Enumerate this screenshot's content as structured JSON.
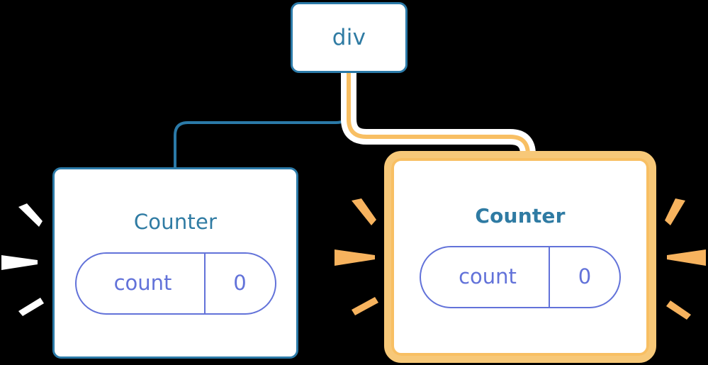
{
  "diagram": {
    "title": "React component tree with highlighted re-render",
    "background_color": "#000000",
    "palette": {
      "blue_stroke": "#2b7aa8",
      "blue_text": "#2f7ba3",
      "purple_stroke": "#6272d9",
      "purple_text": "#6272d9",
      "orange_border": "#f8bf63",
      "orange_glow": "#fbe3bb",
      "orange_sparkle": "#f7b35e",
      "white_sparkle": "#ffffff",
      "node_fill": "#ffffff"
    }
  },
  "nodes": {
    "root": {
      "label": "div",
      "kind": "element",
      "highlighted": false
    },
    "counter_left": {
      "label": "Counter",
      "kind": "component",
      "highlighted": false,
      "bold_title": false,
      "state": {
        "key": "count",
        "value": "0"
      }
    },
    "counter_right": {
      "label": "Counter",
      "kind": "component",
      "highlighted": true,
      "bold_title": true,
      "state": {
        "key": "count",
        "value": "0"
      }
    }
  },
  "edges": [
    {
      "name": "div-to-counter-left",
      "from": "root",
      "to": "counter_left",
      "style": "plain",
      "color": "#2b7aa8"
    },
    {
      "name": "div-to-counter-right",
      "from": "root",
      "to": "counter_right",
      "style": "highlighted",
      "color": "#f8bf63",
      "halo_color": "#ffffff"
    }
  ],
  "sparkles": [
    {
      "name": "sparkle-left-of-counter-left",
      "color": "#ffffff",
      "direction": "left",
      "ray_count": 3
    },
    {
      "name": "sparkle-left-of-counter-right",
      "color": "#f7b35e",
      "direction": "left",
      "ray_count": 3
    },
    {
      "name": "sparkle-right-of-counter-right",
      "color": "#f7b35e",
      "direction": "right",
      "ray_count": 3
    }
  ]
}
